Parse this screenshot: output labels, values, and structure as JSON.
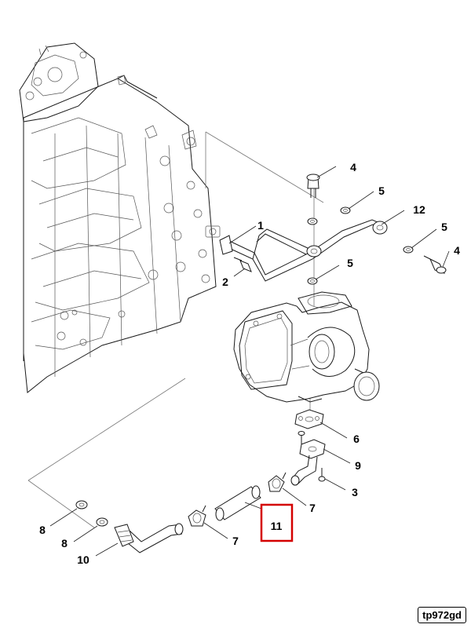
{
  "callouts": {
    "c1": "1",
    "c2": "2",
    "c3": "3",
    "c4a": "4",
    "c4b": "4",
    "c5a": "5",
    "c5b": "5",
    "c5c": "5",
    "c6": "6",
    "c7a": "7",
    "c7b": "7",
    "c8a": "8",
    "c8b": "8",
    "c9": "9",
    "c10": "10",
    "c11": "11",
    "c12": "12"
  },
  "highlighted_part": "11",
  "highlight_color": "#d40000",
  "doc_code": "tp972gd"
}
